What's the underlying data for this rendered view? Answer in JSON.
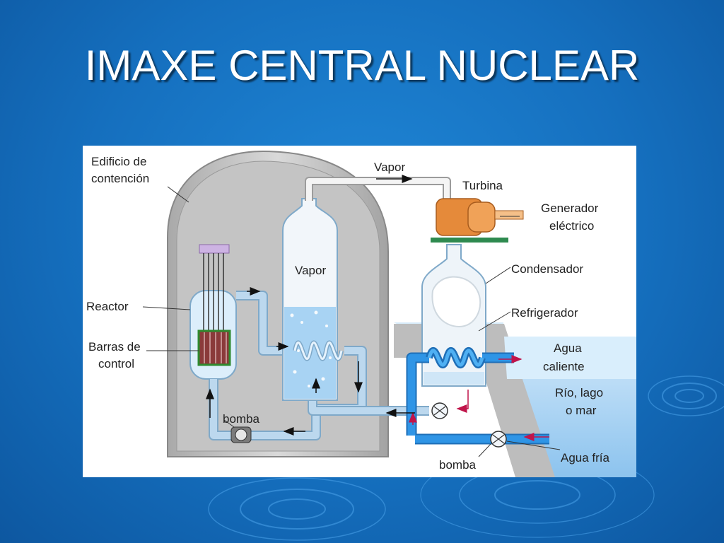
{
  "title": "IMAXE CENTRAL NUCLEAR",
  "diagram": {
    "labels": {
      "containment_1": "Edificio de",
      "containment_2": "contención",
      "vapor_top": "Vapor",
      "turbine": "Turbina",
      "generator_1": "Generador",
      "generator_2": "eléctrico",
      "vapor_tank": "Vapor",
      "condenser": "Condensador",
      "reactor": "Reactor",
      "cooler": "Refrigerador",
      "rods_1": "Barras de",
      "rods_2": "control",
      "hot_water_1": "Agua",
      "hot_water_2": "caliente",
      "river_1": "Río, lago",
      "river_2": "o mar",
      "pump_left": "bomba",
      "pump_bottom": "bomba",
      "cold_water": "Agua fría"
    },
    "colors": {
      "pipe": "#bcd8ee",
      "pipe_stroke": "#7fa9c9",
      "cooling_pipe": "#2a8fe0",
      "water": "#9fcdf2",
      "dome": "#b9b9b9",
      "turbine": "#e58a3a",
      "arrow_red": "#c0144a"
    }
  }
}
